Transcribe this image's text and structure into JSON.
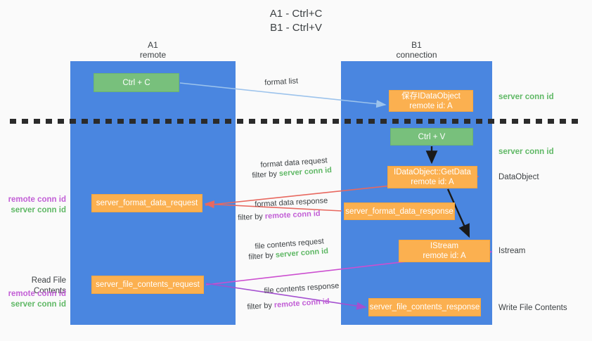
{
  "title": "A1 - Ctrl+C\nB1 - Ctrl+V",
  "columns": {
    "left": {
      "name": "A1",
      "sub": "remote",
      "label": "A1\nremote"
    },
    "right": {
      "name": "B1",
      "sub": "connection",
      "label": "B1\nconnection"
    }
  },
  "nodes": {
    "ctrl_c": {
      "text": "Ctrl + C",
      "color": "green"
    },
    "save_idataobject": {
      "text": "保存IDataObject\nremote id: A",
      "color": "orange"
    },
    "ctrl_v": {
      "text": "Ctrl + V",
      "color": "green"
    },
    "idataobject_getdata": {
      "text": "IDataObject::GetData\nremote id: A",
      "color": "orange"
    },
    "server_format_data_request": {
      "text": "server_format_data_request",
      "color": "orange"
    },
    "server_format_data_response": {
      "text": "server_format_data_response",
      "color": "orange"
    },
    "istream": {
      "text": "IStream\nremote id: A",
      "color": "orange"
    },
    "server_file_contents_request": {
      "text": "server_file_contents_request",
      "color": "orange"
    },
    "server_file_contents_response": {
      "text": "server_file_contents_response",
      "color": "orange"
    }
  },
  "edge_labels": {
    "format_list": "format list",
    "format_data_request": "format data request",
    "format_data_request_filter_prefix": "filter by ",
    "format_data_request_filter_value": "server conn id",
    "format_data_response": "format data response",
    "format_data_response_filter_prefix": "filter by ",
    "format_data_response_filter_value": "remote conn id",
    "file_contents_request": "file contents request",
    "file_contents_request_filter_prefix": "filter by ",
    "file_contents_request_filter_value": "server conn id",
    "file_contents_response": "file contents response",
    "file_contents_response_filter_prefix": "filter by ",
    "file_contents_response_filter_value": "remote conn id"
  },
  "side_labels": {
    "right_server_conn_id_top": "server conn id",
    "right_server_conn_id_mid": "server conn id",
    "right_dataobject": "DataObject",
    "right_istream": "Istream",
    "right_write_file_contents": "Write File Contents",
    "left_remote_conn_id_1": "remote conn id",
    "left_server_conn_id_1": "server conn id",
    "left_read_file_contents": "Read File Contents",
    "left_remote_conn_id_2": "remote conn id",
    "left_server_conn_id_2": "server conn id"
  },
  "colors": {
    "background": "#fafafa",
    "lane_blue": "#4a86e0",
    "node_green": "#78c07c",
    "node_orange": "#fbb050",
    "server_conn_id": "#5fb865",
    "remote_conn_id": "#c25fd6",
    "arrow_light_blue": "#9cc3ec",
    "arrow_red": "#e8685f",
    "arrow_magenta": "#cc4fd0",
    "arrow_purple": "#a44fd0",
    "arrow_black": "#1a1a1a",
    "divider": "#2b2b2b",
    "text": "#3c4043"
  }
}
